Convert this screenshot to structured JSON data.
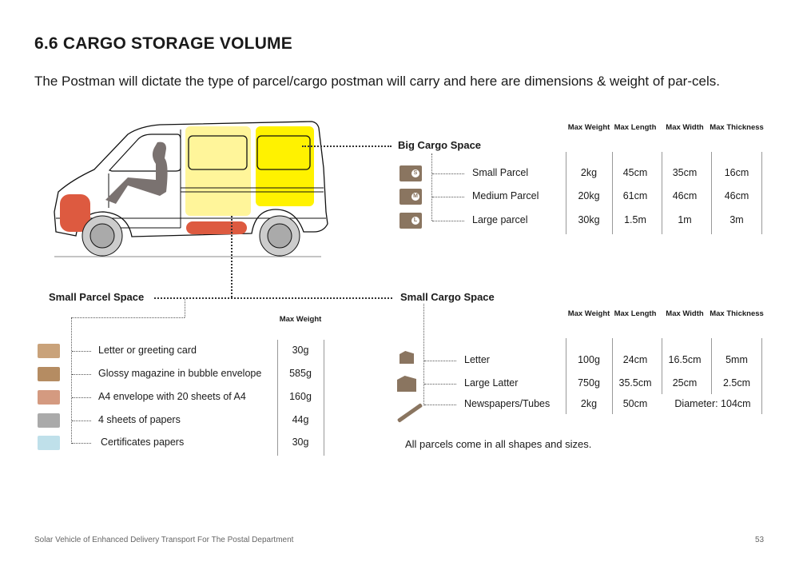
{
  "title": "6.6 CARGO STORAGE VOLUME",
  "intro": "The Postman will dictate the type of parcel/cargo postman will carry and here are dimensions & weight of par-cels.",
  "big_cargo": {
    "label": "Big Cargo Space",
    "headers": [
      "Max Weight",
      "Max Length",
      "Max Width",
      "Max Thickness"
    ],
    "rows": [
      {
        "name": "Small Parcel",
        "icon": "box-s-icon",
        "badge": "S",
        "values": [
          "2kg",
          "45cm",
          "35cm",
          "16cm"
        ]
      },
      {
        "name": "Medium Parcel",
        "icon": "box-m-icon",
        "badge": "M",
        "values": [
          "20kg",
          "61cm",
          "46cm",
          "46cm"
        ]
      },
      {
        "name": "Large parcel",
        "icon": "box-l-icon",
        "badge": "L",
        "values": [
          "30kg",
          "1.5m",
          "1m",
          "3m"
        ]
      }
    ]
  },
  "small_parcel": {
    "label": "Small Parcel Space",
    "header": "Max Weight",
    "rows": [
      {
        "name": "Letter or greeting card",
        "value": "30g"
      },
      {
        "name": "Glossy magazine in bubble envelope",
        "value": "585g"
      },
      {
        "name": "A4 envelope with 20 sheets of A4",
        "value": "160g"
      },
      {
        "name": "4 sheets of papers",
        "value": "44g"
      },
      {
        "name": "Certificates papers",
        "value": "30g"
      }
    ]
  },
  "small_cargo": {
    "label": "Small Cargo Space",
    "headers": [
      "Max Weight",
      "Max Length",
      "Max Width",
      "Max Thickness"
    ],
    "rows": [
      {
        "name": "Letter",
        "values": [
          "100g",
          "24cm",
          "16.5cm",
          "5mm"
        ]
      },
      {
        "name": "Large Latter",
        "values": [
          "750g",
          "35.5cm",
          "25cm",
          "2.5cm"
        ]
      },
      {
        "name": "Newspapers/Tubes",
        "values": [
          "2kg",
          "50cm"
        ],
        "diameter": "Diameter: 104cm"
      }
    ],
    "note": "All parcels come in all shapes and sizes."
  },
  "footer": "Solar Vehicle of Enhanced Delivery Transport For The Postal Department",
  "page_number": "53",
  "colors": {
    "yellow_bright": "#fff200",
    "yellow_pale": "#fff59a",
    "red": "#dd5a40",
    "box": "#8a7560"
  }
}
